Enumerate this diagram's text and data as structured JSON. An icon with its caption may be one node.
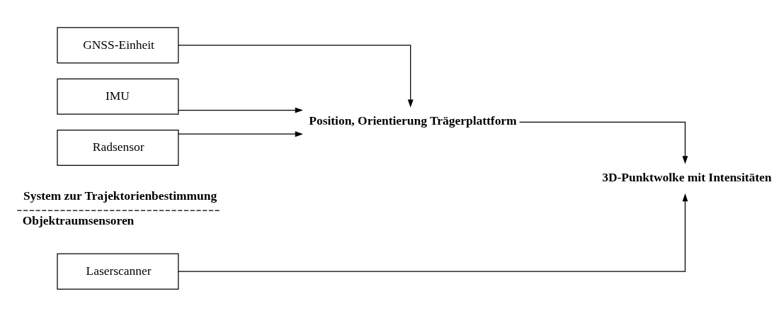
{
  "diagram": {
    "nodes": [
      {
        "text": [
          "GNSS-Einheit"
        ]
      },
      {
        "text": [
          "IMU"
        ]
      },
      {
        "text": [
          "Radsensor"
        ]
      },
      {
        "text": [
          "Position, Orientierung Trägerplattform"
        ]
      },
      {
        "text": [
          "Laserscanner"
        ]
      },
      {
        "text": [
          "3D-Punktwolke mit Intensitäten"
        ]
      }
    ],
    "edges": [
      {
        "from": 0,
        "to": 3,
        "arrow": "to"
      },
      {
        "from": 1,
        "to": 3,
        "arrow": "to"
      },
      {
        "from": 2,
        "to": 3,
        "arrow": "to"
      },
      {
        "from": 3,
        "to": 5,
        "arrow": "to"
      },
      {
        "from": 4,
        "to": 5,
        "arrow": "to"
      }
    ],
    "labels": [
      "System zur Trajektorienbestimmung",
      "Objektraumsensoren"
    ]
  }
}
